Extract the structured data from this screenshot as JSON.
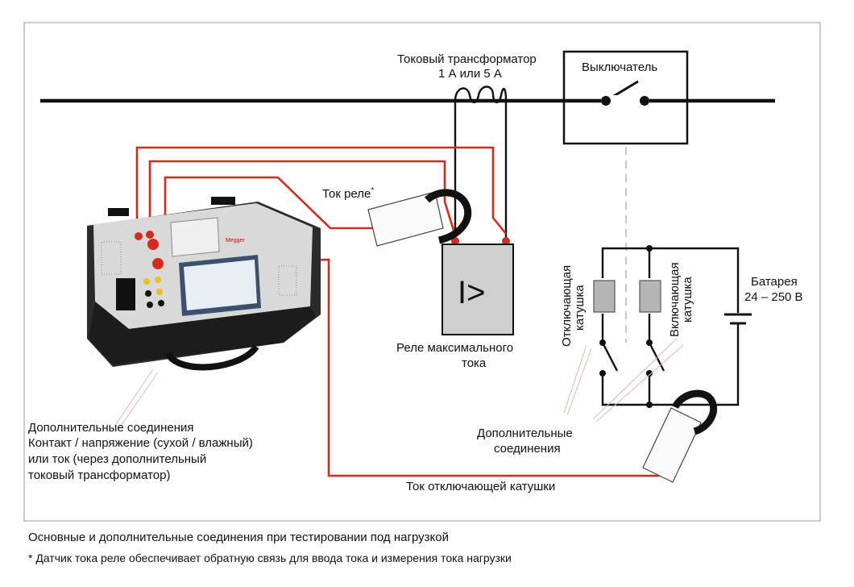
{
  "labels": {
    "ct_line1": "Токовый трансформатор",
    "ct_line2": "1 А или 5 А",
    "breaker": "Выключатель",
    "relay_current": "Ток реле",
    "relay_current_mark": "*",
    "relay_line1": "Реле максимального",
    "relay_line2": "тока",
    "relay_symbol": "I>",
    "trip_coil_line1": "Отключающая",
    "trip_coil_line2": "катушка",
    "close_coil_line1": "Включающая",
    "close_coil_line2": "катушка",
    "battery_line1": "Батарея",
    "battery_line2": "24 – 250 В",
    "extra_conn_right_line1": "Дополнительные",
    "extra_conn_right_line2": "соединения",
    "extra_conn_left_line1": "Дополнительные соединения",
    "extra_conn_left_line2": "Контакт / напряжение (сухой / влажный)",
    "extra_conn_left_line3": "или ток (через дополнительный",
    "extra_conn_left_line4": "токовый трансформатор)",
    "trip_coil_current": "Ток отключающей катушки",
    "device_brand": "Megger"
  },
  "caption": {
    "title": "Основные и дополнительные соединения при тестировании под нагрузкой",
    "footnote": "* Датчик тока реле обеспечивает обратную связь для ввода тока и измерения тока нагрузки"
  },
  "colors": {
    "wire_red": "#d42b1e",
    "wire_black": "#111111",
    "relay_fill": "#cfcfcf",
    "coil_fill": "#b5b5b5",
    "frame": "#9a9a9a",
    "leader": "#e4b5b0"
  }
}
